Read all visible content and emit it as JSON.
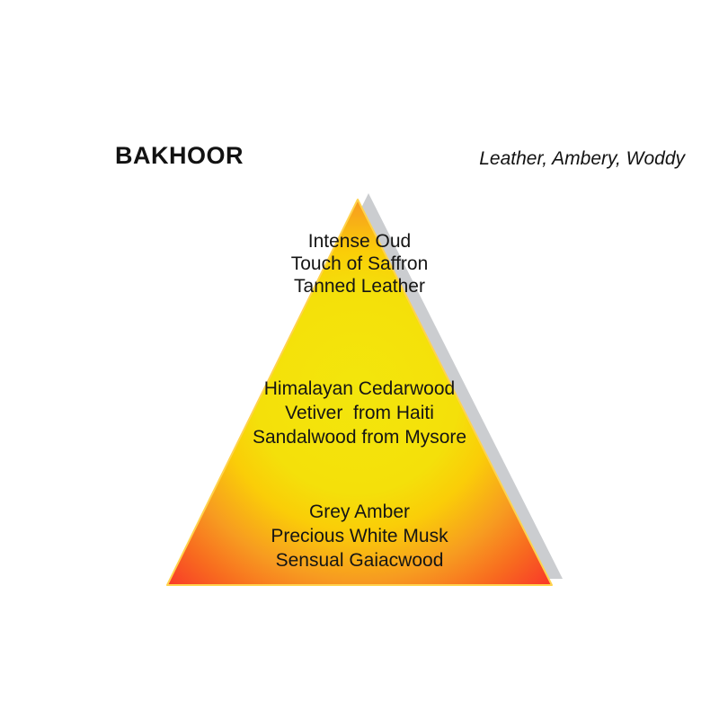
{
  "header": {
    "title": "BAKHOOR",
    "scent_family": "Leather, Ambery, Woddy"
  },
  "pyramid": {
    "tiers": [
      {
        "id": "top-notes",
        "lines": [
          "Intense Oud",
          "Touch of Saffron",
          "Tanned Leather"
        ]
      },
      {
        "id": "heart-notes",
        "lines": [
          "Himalayan Cedarwood",
          "Vetiver  from Haiti",
          "Sandalwood from Mysore"
        ]
      },
      {
        "id": "base-notes",
        "lines": [
          "Grey Amber",
          "Precious White Musk",
          "Sensual Gaiacwood"
        ]
      }
    ],
    "colors": {
      "yellow_core": "#F3E60C",
      "yellow": "#F4E00A",
      "gold": "#FACD08",
      "orange": "#F79C20",
      "deep_orange": "#F8691F",
      "red": "#F93C28",
      "edge_highlight": "#FFD34D",
      "shadow": "#CBCDD0",
      "text": "#151515"
    }
  }
}
